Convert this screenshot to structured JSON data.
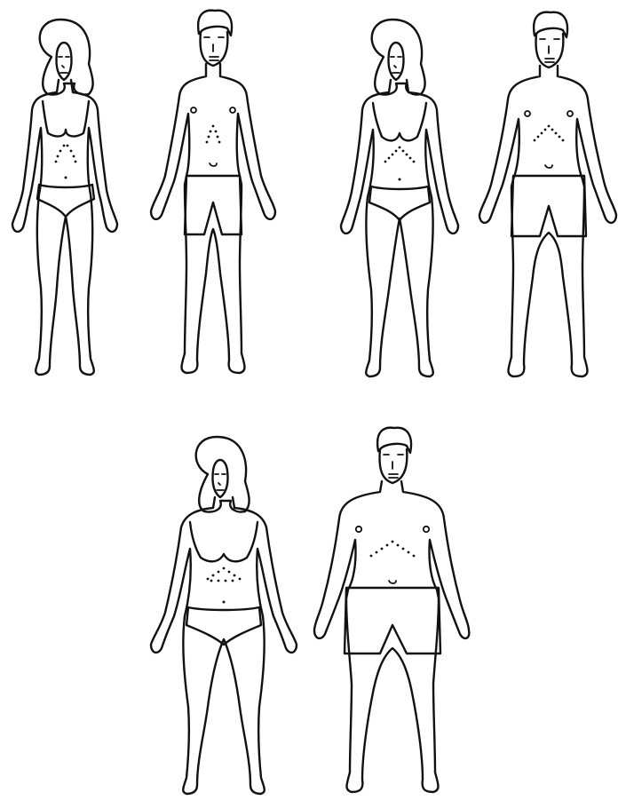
{
  "illustration": {
    "line_color": "#111111",
    "background": "#ffffff",
    "figures": [
      {
        "set": "slim",
        "sex": "female"
      },
      {
        "set": "slim",
        "sex": "male"
      },
      {
        "set": "medium",
        "sex": "female"
      },
      {
        "set": "medium",
        "sex": "male"
      },
      {
        "set": "broad",
        "sex": "female"
      },
      {
        "set": "broad",
        "sex": "male"
      }
    ]
  }
}
